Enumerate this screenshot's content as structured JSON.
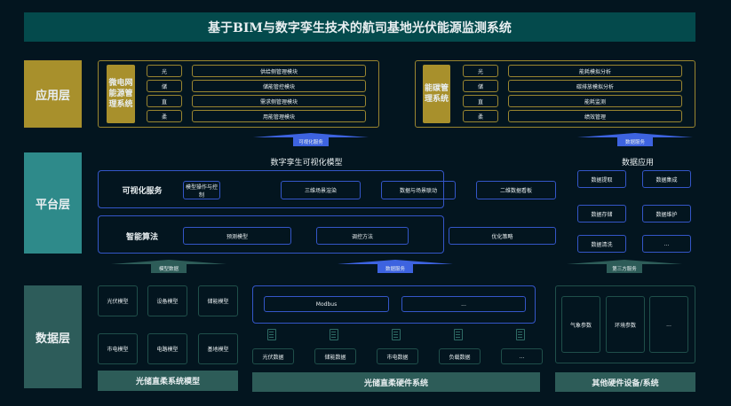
{
  "title": "基于BIM与数字孪生技术的航司基地光伏能源监测系统",
  "layers": {
    "app": "应用层",
    "platform": "平台层",
    "data": "数据层"
  },
  "colors": {
    "background": "#03151f",
    "app": "#a8902c",
    "platform": "#2e8a8a",
    "data": "#2d5c5a",
    "blue": "#3456c8"
  },
  "app_left": {
    "label": "微电网能源管理系统",
    "rows": [
      {
        "tag": "光",
        "module": "供给侧管理模块"
      },
      {
        "tag": "储",
        "module": "储能管控模块"
      },
      {
        "tag": "直",
        "module": "需求侧管理模块"
      },
      {
        "tag": "柔",
        "module": "用能管理模块"
      }
    ]
  },
  "app_right": {
    "label": "能碳管理系统",
    "rows": [
      {
        "tag": "光",
        "module": "能耗模拟分析"
      },
      {
        "tag": "储",
        "module": "碳排放模拟分析"
      },
      {
        "tag": "直",
        "module": "能耗监测"
      },
      {
        "tag": "柔",
        "module": "绩效管理"
      }
    ]
  },
  "arrows": {
    "vis_service": "可视化服务",
    "data_service_top": "数据服务",
    "model_data": "模型数据",
    "data_service_mid": "数据服务",
    "third_party": "第三方服务"
  },
  "platform": {
    "heading": "数字孪生可视化模型",
    "vis": {
      "label": "可视化服务",
      "items": [
        "模型操作与控制",
        "三维场景渲染",
        "数据与场景联动",
        "二维数据看板"
      ]
    },
    "algo": {
      "label": "智能算法",
      "items": [
        "预测模型",
        "调控方法",
        "优化策略"
      ]
    },
    "data_app": {
      "heading": "数据应用",
      "items": [
        "数据提取",
        "数据集成",
        "数据存储",
        "数据维护",
        "数据清洗",
        "..."
      ]
    }
  },
  "data_layer": {
    "models": [
      "光伏模型",
      "设备模型",
      "储能模型",
      "市电模型",
      "电路模型",
      "基地模型"
    ],
    "models_label": "光储直柔系统模型",
    "protocols": [
      "Modbus",
      "..."
    ],
    "hw_data": [
      "光伏数据",
      "储能数据",
      "市电数据",
      "负载数据",
      "..."
    ],
    "hw_label": "光储直柔硬件系统",
    "other": [
      "气象参数",
      "环境参数",
      "..."
    ],
    "other_label": "其他硬件设备/系统"
  }
}
